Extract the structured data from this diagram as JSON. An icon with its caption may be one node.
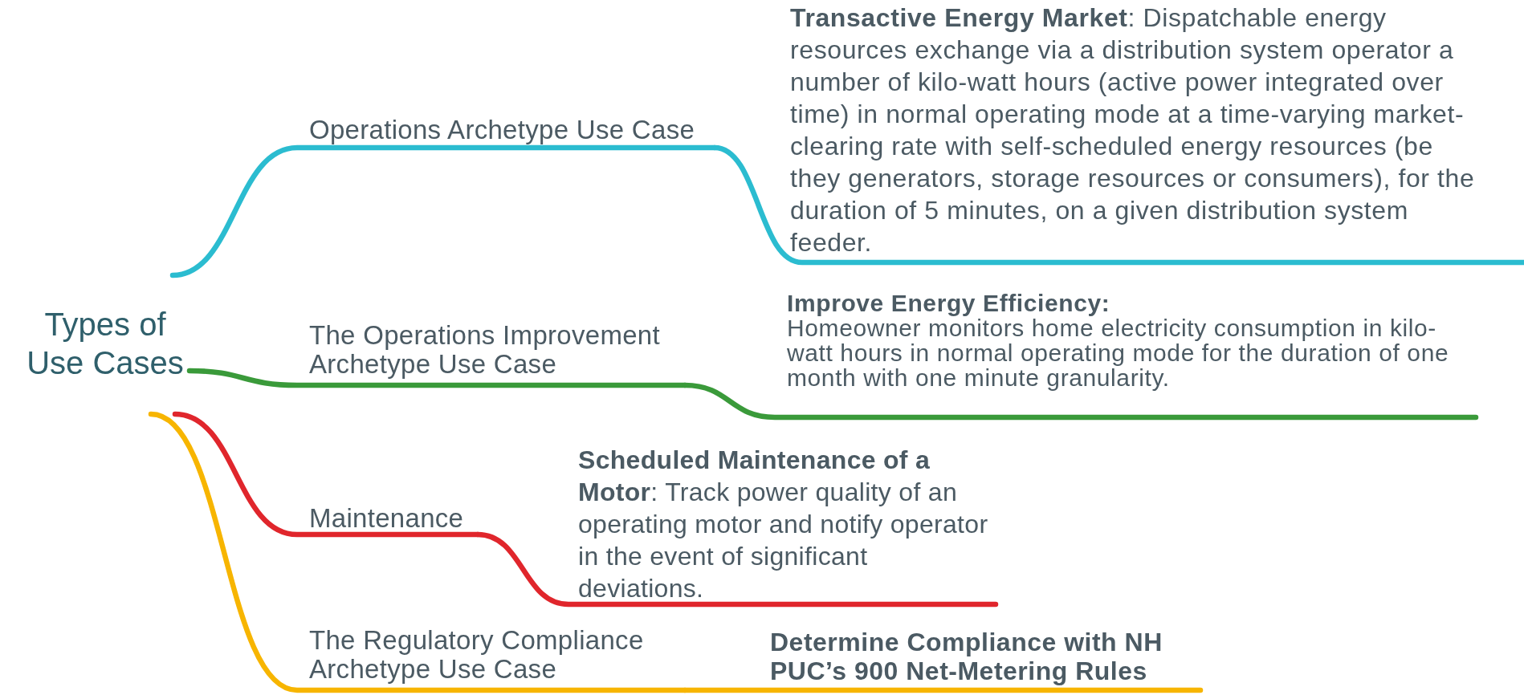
{
  "diagram": {
    "nodes": [
      {
        "text": [
          "Types of Use Cases"
        ]
      },
      {
        "text": [
          "Operations Archetype Use Case"
        ]
      },
      {
        "text": [
          "**Transactive Energy Market**:  Dispatchable energy resources exchange via a distribution system operator a number of kilo-watt hours (active power integrated over time) in normal operating mode at a time-varying market-clearing rate with self-scheduled energy resources (be they generators, storage resources or consumers), for the duration of 5 minutes, on a given distribution system feeder."
        ]
      },
      {
        "text": [
          "The Operations Improvement Archetype Use Case"
        ]
      },
      {
        "text": [
          "Improve Energy Efficiency:",
          "Homeowner monitors home electricity consumption in kilo-watt hours in normal operating mode for the duration of one month with one minute granularity."
        ]
      },
      {
        "text": [
          "Maintenance"
        ]
      },
      {
        "text": [
          "**Scheduled Maintenance of a Motor**:   Track power quality of an operating motor and notify operator in the event of significant deviations."
        ]
      },
      {
        "text": [
          "The Regulatory Compliance Archetype Use Case"
        ]
      },
      {
        "text": [
          "Determine Compliance with NH PUC’s 900 Net-Metering Rules"
        ]
      }
    ],
    "edges": [
      {
        "from": 0,
        "to": 1,
        "arrow": "none",
        "color": "#2bbcd0"
      },
      {
        "from": 1,
        "to": 2,
        "arrow": "none",
        "color": "#2bbcd0"
      },
      {
        "from": 0,
        "to": 3,
        "arrow": "none",
        "color": "#3a9a3a"
      },
      {
        "from": 3,
        "to": 4,
        "arrow": "none",
        "color": "#3a9a3a"
      },
      {
        "from": 0,
        "to": 5,
        "arrow": "none",
        "color": "#e0262c"
      },
      {
        "from": 5,
        "to": 6,
        "arrow": "none",
        "color": "#e0262c"
      },
      {
        "from": 0,
        "to": 7,
        "arrow": "none",
        "color": "#f7b500"
      },
      {
        "from": 7,
        "to": 8,
        "arrow": "none",
        "color": "#f7b500"
      }
    ]
  }
}
